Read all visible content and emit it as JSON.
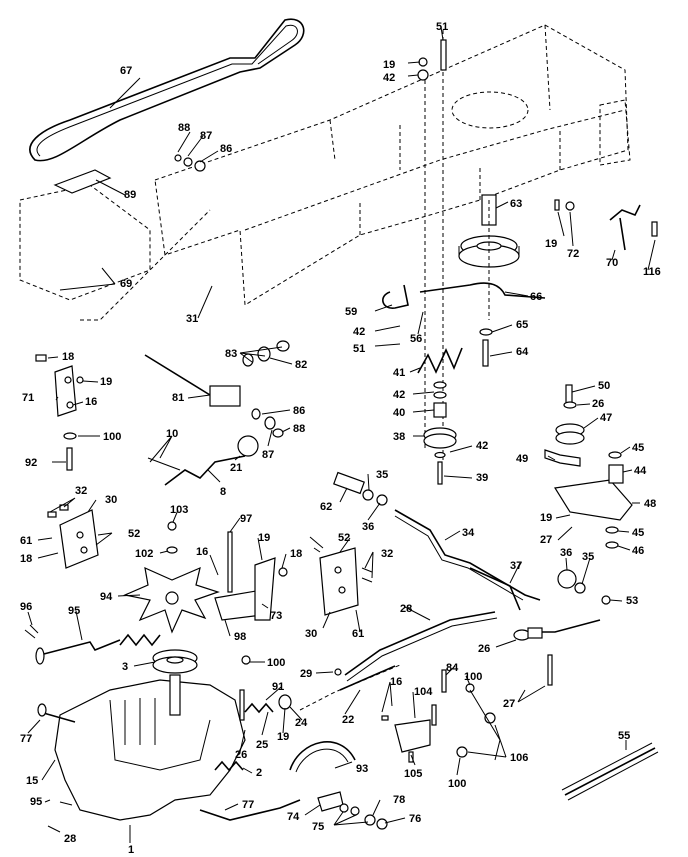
{
  "callouts": [
    {
      "key": "c67",
      "label": "67"
    },
    {
      "key": "c88",
      "label": "88"
    },
    {
      "key": "c87",
      "label": "87"
    },
    {
      "key": "c86",
      "label": "86"
    },
    {
      "key": "c89",
      "label": "89"
    },
    {
      "key": "c69",
      "label": "69"
    },
    {
      "key": "c31",
      "label": "31"
    },
    {
      "key": "c19a",
      "label": "19"
    },
    {
      "key": "c42a",
      "label": "42"
    },
    {
      "key": "c51a",
      "label": "51"
    },
    {
      "key": "c63",
      "label": "63"
    },
    {
      "key": "c19b",
      "label": "19"
    },
    {
      "key": "c72",
      "label": "72"
    },
    {
      "key": "c70",
      "label": "70"
    },
    {
      "key": "c116",
      "label": "116"
    },
    {
      "key": "c59",
      "label": "59"
    },
    {
      "key": "c42b",
      "label": "42"
    },
    {
      "key": "c51b",
      "label": "51"
    },
    {
      "key": "c56",
      "label": "56"
    },
    {
      "key": "c66",
      "label": "66"
    },
    {
      "key": "c65",
      "label": "65"
    },
    {
      "key": "c64",
      "label": "64"
    },
    {
      "key": "c18a",
      "label": "18"
    },
    {
      "key": "c19c",
      "label": "19"
    },
    {
      "key": "c71",
      "label": "71"
    },
    {
      "key": "c16a",
      "label": "16"
    },
    {
      "key": "c100a",
      "label": "100"
    },
    {
      "key": "c92",
      "label": "92"
    },
    {
      "key": "c83",
      "label": "83"
    },
    {
      "key": "c82",
      "label": "82"
    },
    {
      "key": "c81",
      "label": "81"
    },
    {
      "key": "c86b",
      "label": "86"
    },
    {
      "key": "c88b",
      "label": "88"
    },
    {
      "key": "c87b",
      "label": "87"
    },
    {
      "key": "c10",
      "label": "10"
    },
    {
      "key": "c21",
      "label": "21"
    },
    {
      "key": "c8",
      "label": "8"
    },
    {
      "key": "c41",
      "label": "41"
    },
    {
      "key": "c42c",
      "label": "42"
    },
    {
      "key": "c40",
      "label": "40"
    },
    {
      "key": "c38",
      "label": "38"
    },
    {
      "key": "c42d",
      "label": "42"
    },
    {
      "key": "c39",
      "label": "39"
    },
    {
      "key": "c50",
      "label": "50"
    },
    {
      "key": "c26a",
      "label": "26"
    },
    {
      "key": "c47",
      "label": "47"
    },
    {
      "key": "c45a",
      "label": "45"
    },
    {
      "key": "c44",
      "label": "44"
    },
    {
      "key": "c49",
      "label": "49"
    },
    {
      "key": "c48",
      "label": "48"
    },
    {
      "key": "c19d",
      "label": "19"
    },
    {
      "key": "c27a",
      "label": "27"
    },
    {
      "key": "c45b",
      "label": "45"
    },
    {
      "key": "c46",
      "label": "46"
    },
    {
      "key": "c32a",
      "label": "32"
    },
    {
      "key": "c30a",
      "label": "30"
    },
    {
      "key": "c61a",
      "label": "61"
    },
    {
      "key": "c52a",
      "label": "52"
    },
    {
      "key": "c18b",
      "label": "18"
    },
    {
      "key": "c103",
      "label": "103"
    },
    {
      "key": "c102",
      "label": "102"
    },
    {
      "key": "c97",
      "label": "97"
    },
    {
      "key": "c16b",
      "label": "16"
    },
    {
      "key": "c19e",
      "label": "19"
    },
    {
      "key": "c18c",
      "label": "18"
    },
    {
      "key": "c52b",
      "label": "52"
    },
    {
      "key": "c32b",
      "label": "32"
    },
    {
      "key": "c62",
      "label": "62"
    },
    {
      "key": "c35a",
      "label": "35"
    },
    {
      "key": "c36a",
      "label": "36"
    },
    {
      "key": "c34",
      "label": "34"
    },
    {
      "key": "c94",
      "label": "94"
    },
    {
      "key": "c73",
      "label": "73"
    },
    {
      "key": "c98",
      "label": "98"
    },
    {
      "key": "c30b",
      "label": "30"
    },
    {
      "key": "c61b",
      "label": "61"
    },
    {
      "key": "c37",
      "label": "37"
    },
    {
      "key": "c36b",
      "label": "36"
    },
    {
      "key": "c35b",
      "label": "35"
    },
    {
      "key": "c53",
      "label": "53"
    },
    {
      "key": "c96",
      "label": "96"
    },
    {
      "key": "c95a",
      "label": "95"
    },
    {
      "key": "c28",
      "label": "28"
    },
    {
      "key": "c26b",
      "label": "26"
    },
    {
      "key": "c3",
      "label": "3"
    },
    {
      "key": "c100b",
      "label": "100"
    },
    {
      "key": "c29",
      "label": "29"
    },
    {
      "key": "c84",
      "label": "84"
    },
    {
      "key": "c100c",
      "label": "100"
    },
    {
      "key": "c27b",
      "label": "27"
    },
    {
      "key": "c91",
      "label": "91"
    },
    {
      "key": "c16c",
      "label": "16"
    },
    {
      "key": "c104",
      "label": "104"
    },
    {
      "key": "c24",
      "label": "24"
    },
    {
      "key": "c22",
      "label": "22"
    },
    {
      "key": "c77a",
      "label": "77"
    },
    {
      "key": "c26c",
      "label": "26"
    },
    {
      "key": "c25",
      "label": "25"
    },
    {
      "key": "c19f",
      "label": "19"
    },
    {
      "key": "c105",
      "label": "105"
    },
    {
      "key": "c106",
      "label": "106"
    },
    {
      "key": "c55",
      "label": "55"
    },
    {
      "key": "c93",
      "label": "93"
    },
    {
      "key": "c2",
      "label": "2"
    },
    {
      "key": "c100d",
      "label": "100"
    },
    {
      "key": "c15",
      "label": "15"
    },
    {
      "key": "c95b",
      "label": "95"
    },
    {
      "key": "c77b",
      "label": "77"
    },
    {
      "key": "c78",
      "label": "78"
    },
    {
      "key": "c74",
      "label": "74"
    },
    {
      "key": "c75",
      "label": "75"
    },
    {
      "key": "c76",
      "label": "76"
    },
    {
      "key": "c28b",
      "label": "28"
    },
    {
      "key": "c1",
      "label": "1"
    }
  ]
}
